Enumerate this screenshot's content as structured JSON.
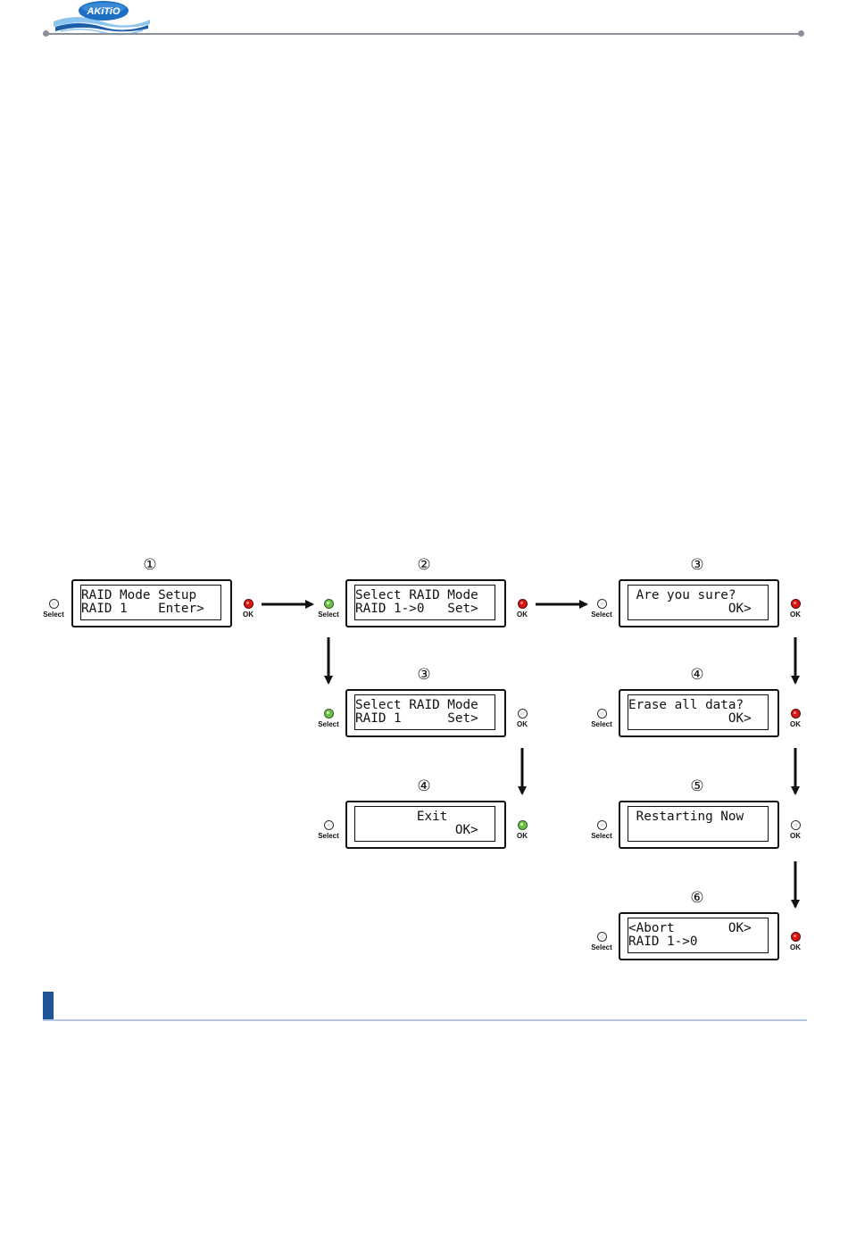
{
  "header": {
    "logo_text": "AKiTiO",
    "logo_colors": {
      "badge": "#1d6fc4",
      "wave_dark": "#1c5fa8",
      "wave_light": "#8cc6ef"
    },
    "rule_color": "#8a8f99"
  },
  "labels": {
    "select": "Select",
    "ok": "OK"
  },
  "colors": {
    "led_red": "#d81616",
    "led_green": "#6cc04a",
    "section_accent": "#1f5597"
  },
  "panels": [
    {
      "id": "p1",
      "step": "①",
      "line1": "RAID Mode Setup",
      "line2": "RAID 1    Enter>",
      "select_led": "off",
      "ok_led": "red"
    },
    {
      "id": "p2",
      "step": "②",
      "line1": "Select RAID Mode",
      "line2": "RAID 1->0   Set>",
      "select_led": "green",
      "ok_led": "red"
    },
    {
      "id": "p3",
      "step": "③",
      "line1": " Are you sure?",
      "line2": "             OK>",
      "select_led": "off",
      "ok_led": "red"
    },
    {
      "id": "p4",
      "step": "③",
      "line1": "Select RAID Mode",
      "line2": "RAID 1      Set>",
      "select_led": "green",
      "ok_led": "off"
    },
    {
      "id": "p5",
      "step": "④",
      "line1": "Erase all data?",
      "line2": "             OK>",
      "select_led": "off",
      "ok_led": "red"
    },
    {
      "id": "p6",
      "step": "④",
      "line1": "        Exit",
      "line2": "             OK>",
      "select_led": "off",
      "ok_led": "green"
    },
    {
      "id": "p7",
      "step": "⑤",
      "line1": " Restarting Now",
      "line2": "",
      "select_led": "off",
      "ok_led": "off"
    },
    {
      "id": "p8",
      "step": "⑥",
      "line1": "<Abort       OK>",
      "line2": "RAID 1->0",
      "select_led": "off",
      "ok_led": "red"
    }
  ]
}
